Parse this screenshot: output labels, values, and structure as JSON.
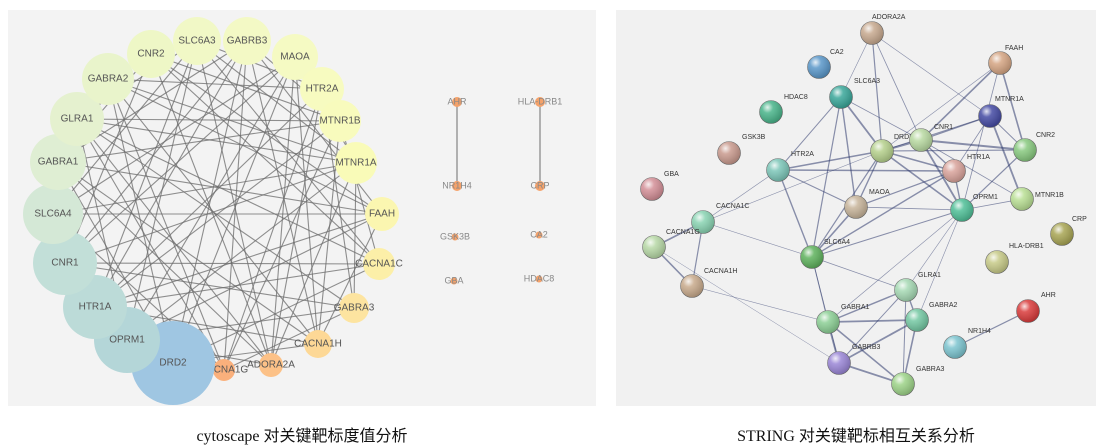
{
  "captions": {
    "left": "cytoscape 对关键靶标度值分析",
    "right": "STRING 对关键靶标相互关系分析"
  },
  "colors": {
    "cytoscape_small_node": "#f5a26a",
    "cytoscape_edge": "#6b6b6b",
    "string_edge": "#2f3a6e"
  },
  "cytoscape": {
    "ring_nodes": [
      {
        "label": "CNR2",
        "color": "#eef7c6"
      },
      {
        "label": "SLC6A3",
        "color": "#f1f8c6"
      },
      {
        "label": "GABRB3",
        "color": "#f3f9c5"
      },
      {
        "label": "MAOA",
        "color": "#f5fac3"
      },
      {
        "label": "HTR2A",
        "color": "#f7fbc0"
      },
      {
        "label": "MTNR1B",
        "color": "#f8fbbd"
      },
      {
        "label": "MTNR1A",
        "color": "#f9fbb8"
      },
      {
        "label": "FAAH",
        "color": "#fbf6b0"
      },
      {
        "label": "CACNA1C",
        "color": "#fcefa8"
      },
      {
        "label": "GABRA3",
        "color": "#fde4a0"
      },
      {
        "label": "CACNA1H",
        "color": "#fdd896"
      },
      {
        "label": "ADORA2A",
        "color": "#fcc187"
      },
      {
        "label": "CACNA1G",
        "color": "#fab07c"
      },
      {
        "label": "DRD2",
        "color": "#9fc6e2"
      },
      {
        "label": "OPRM1",
        "color": "#b4d6d8"
      },
      {
        "label": "HTR1A",
        "color": "#bcdbd8"
      },
      {
        "label": "CNR1",
        "color": "#c2dfd8"
      },
      {
        "label": "SLC6A4",
        "color": "#d4e8d6"
      },
      {
        "label": "GABRA1",
        "color": "#dfeed3"
      },
      {
        "label": "GLRA1",
        "color": "#e5f1cf"
      },
      {
        "label": "GABRA2",
        "color": "#e9f4cb"
      }
    ],
    "isolated_pairs": [
      {
        "a": "AHR",
        "b": "NR1H4"
      },
      {
        "a": "HLA-DRB1",
        "b": "CRP"
      }
    ],
    "singletons": [
      "GSK3B",
      "CA2",
      "GBA",
      "HDAC8"
    ]
  },
  "string": {
    "nodes": [
      {
        "label": "ADORA2A",
        "color": "#c7a98f"
      },
      {
        "label": "CA2",
        "color": "#5a97c9"
      },
      {
        "label": "FAAH",
        "color": "#d5a583"
      },
      {
        "label": "SLC6A3",
        "color": "#3aa79a"
      },
      {
        "label": "HDAC8",
        "color": "#49b48a"
      },
      {
        "label": "MTNR1A",
        "color": "#444aa3"
      },
      {
        "label": "DRD2",
        "color": "#b5d08c"
      },
      {
        "label": "CNR1",
        "color": "#b8d9a1"
      },
      {
        "label": "CNR2",
        "color": "#88c97f"
      },
      {
        "label": "GSK3B",
        "color": "#c99a8e"
      },
      {
        "label": "HTR2A",
        "color": "#7cc6b8"
      },
      {
        "label": "HTR1A",
        "color": "#d9a39b"
      },
      {
        "label": "OPRM1",
        "color": "#4fbf97"
      },
      {
        "label": "MTNR1B",
        "color": "#b9df94"
      },
      {
        "label": "GBA",
        "color": "#d38f97"
      },
      {
        "label": "MAOA",
        "color": "#c7b49a"
      },
      {
        "label": "CACNA1C",
        "color": "#89d3b2"
      },
      {
        "label": "CRP",
        "color": "#a8a554"
      },
      {
        "label": "CACNA1G",
        "color": "#b7d8a6"
      },
      {
        "label": "SLC6A4",
        "color": "#5fb25d"
      },
      {
        "label": "HLA-DRB1",
        "color": "#c7ca88"
      },
      {
        "label": "CACNA1H",
        "color": "#c8aa8c"
      },
      {
        "label": "GLRA1",
        "color": "#a6d9b4"
      },
      {
        "label": "GABRA2",
        "color": "#74c8a3"
      },
      {
        "label": "AHR",
        "color": "#d93b3b"
      },
      {
        "label": "GABRA1",
        "color": "#8ccf95"
      },
      {
        "label": "NR1H4",
        "color": "#7cc4cf"
      },
      {
        "label": "GABRB3",
        "color": "#9a86d6"
      },
      {
        "label": "GABRA3",
        "color": "#9dd388"
      }
    ]
  }
}
